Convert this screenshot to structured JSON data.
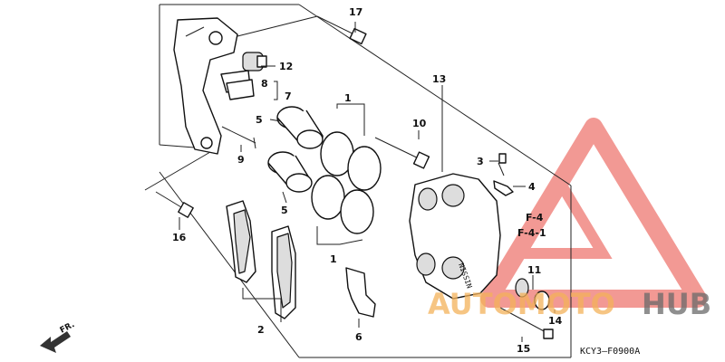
{
  "callouts": {
    "c1a": "1",
    "c1b": "1",
    "c2": "2",
    "c3": "3",
    "c4": "4",
    "c5a": "5",
    "c5b": "5",
    "c6": "6",
    "c7": "7",
    "c8": "8",
    "c9": "9",
    "c10": "10",
    "c11": "11",
    "c12": "12",
    "c13": "13",
    "c14": "14",
    "c15": "15",
    "c16": "16",
    "c17": "17"
  },
  "references": {
    "ref1": "F-4",
    "ref2": "F-4-1"
  },
  "diagram_code": "KCY3—F0900A",
  "direction_label": "FR.",
  "watermark": {
    "auto": "AUTOMOTO",
    "hub": "HUB"
  },
  "colors": {
    "watermark_red": "#e8473d",
    "watermark_orange": "#f4b25a",
    "watermark_grey": "#6a6a6a"
  }
}
